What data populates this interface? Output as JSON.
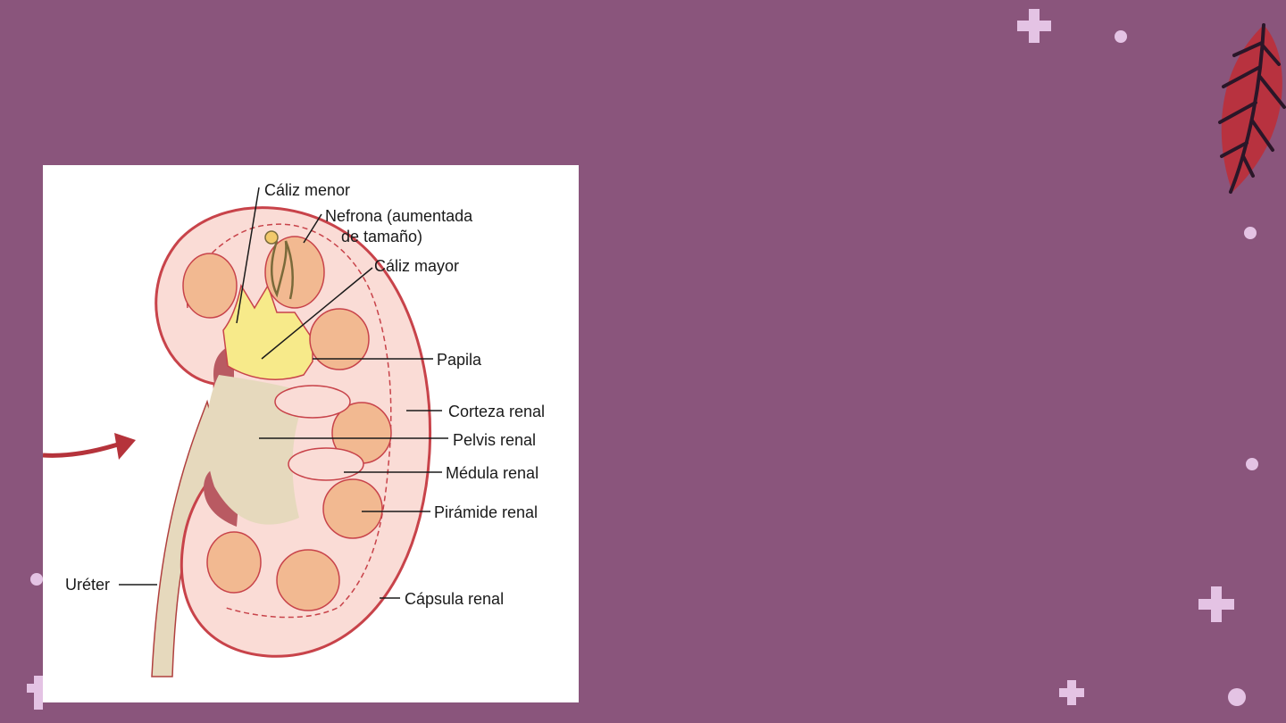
{
  "diagram": {
    "title_labels": {
      "caliz_menor": "Cáliz menor",
      "nefrona_line1": "Nefrona (aumentada",
      "nefrona_line2": "de tamaño)",
      "caliz_mayor": "Cáliz mayor",
      "papila": "Papila",
      "corteza": "Corteza renal",
      "pelvis": "Pelvis renal",
      "medula": "Médula renal",
      "piramide": "Pirámide renal",
      "ureter": "Uréter",
      "capsula": "Cápsula renal"
    }
  },
  "colors": {
    "background": "#8a557c",
    "accent_red": "#b5333b",
    "decoration_pink": "#e4c3e4",
    "leaf": "#b8323f"
  }
}
